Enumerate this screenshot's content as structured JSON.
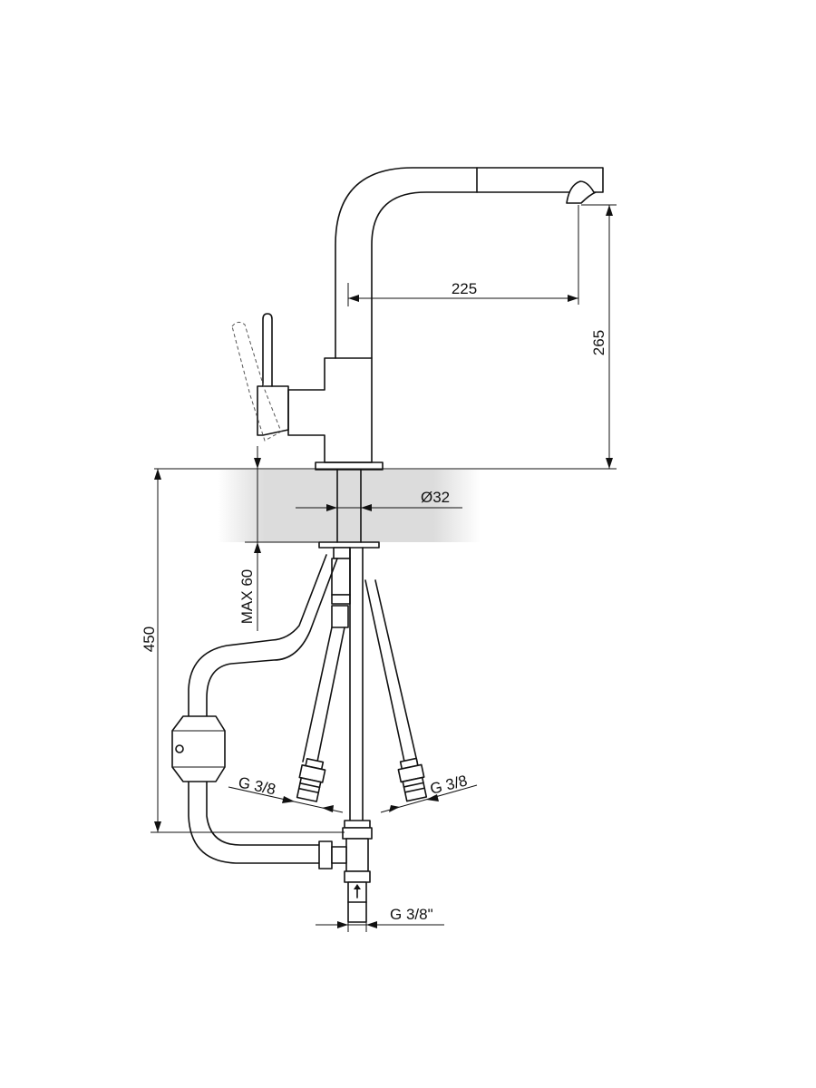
{
  "drawing": {
    "type": "technical faucet dimension drawing",
    "dimensions": {
      "spout_reach": "225",
      "spout_height": "265",
      "mounting_hole": "Ø32",
      "max_countertop": "MAX 60",
      "hose_length": "450",
      "left_hose_thread": "G 3/8",
      "right_hose_thread": "G 3/8",
      "outlet_thread": "G 3/8\""
    },
    "colors": {
      "line": "#111111",
      "countertop_shade": "#dcdcdc"
    }
  }
}
